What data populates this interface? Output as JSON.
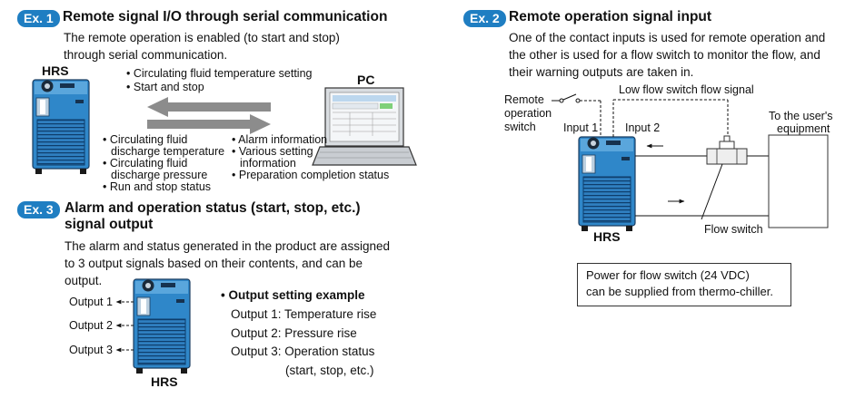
{
  "ex1": {
    "badge": "Ex. 1",
    "title": "Remote signal I/O through serial communication",
    "desc1": "The remote operation is enabled (to start and stop)",
    "desc2": "through serial communication.",
    "unit_label": "HRS",
    "pc_label": "PC",
    "to_unit": [
      "Circulating fluid temperature setting",
      "Start and stop"
    ],
    "from_unit_left": [
      "Circulating fluid",
      "discharge temperature",
      "Circulating fluid",
      "discharge pressure",
      "Run and stop status"
    ],
    "from_unit_right": [
      "Alarm information",
      "Various setting",
      "information",
      "Preparation completion status"
    ]
  },
  "ex2": {
    "badge": "Ex. 2",
    "title": "Remote operation signal input",
    "desc1": "One of the contact inputs is used for remote operation and",
    "desc2": "the other is used for a flow switch to monitor the flow, and",
    "desc3": "their warning outputs are taken in.",
    "remote_switch": [
      "Remote",
      "operation",
      "switch"
    ],
    "low_flow": "Low flow switch flow signal",
    "input1": "Input 1",
    "input2": "Input 2",
    "users_equipment": [
      "To the user's",
      "equipment"
    ],
    "flow_switch": "Flow switch",
    "unit_label": "HRS",
    "note1": "Power for flow switch (24 VDC)",
    "note2": "can be supplied from thermo-chiller."
  },
  "ex3": {
    "badge": "Ex. 3",
    "title1": "Alarm and operation status (start, stop, etc.)",
    "title2": "signal output",
    "desc1": "The alarm and status generated in the product are assigned",
    "desc2": "to 3 output signals based on their contents, and can be",
    "desc3": "output.",
    "outputs": [
      "Output 1",
      "Output 2",
      "Output 3"
    ],
    "example_title": "Output setting example",
    "example": [
      "Output 1: Temperature rise",
      "Output 2: Pressure rise",
      "Output 3: Operation status",
      "(start, stop, etc.)"
    ],
    "unit_label": "HRS"
  },
  "colors": {
    "accent": "#1f7ec2",
    "unit_body": "#2f87c9",
    "unit_dark": "#1e4f80"
  }
}
